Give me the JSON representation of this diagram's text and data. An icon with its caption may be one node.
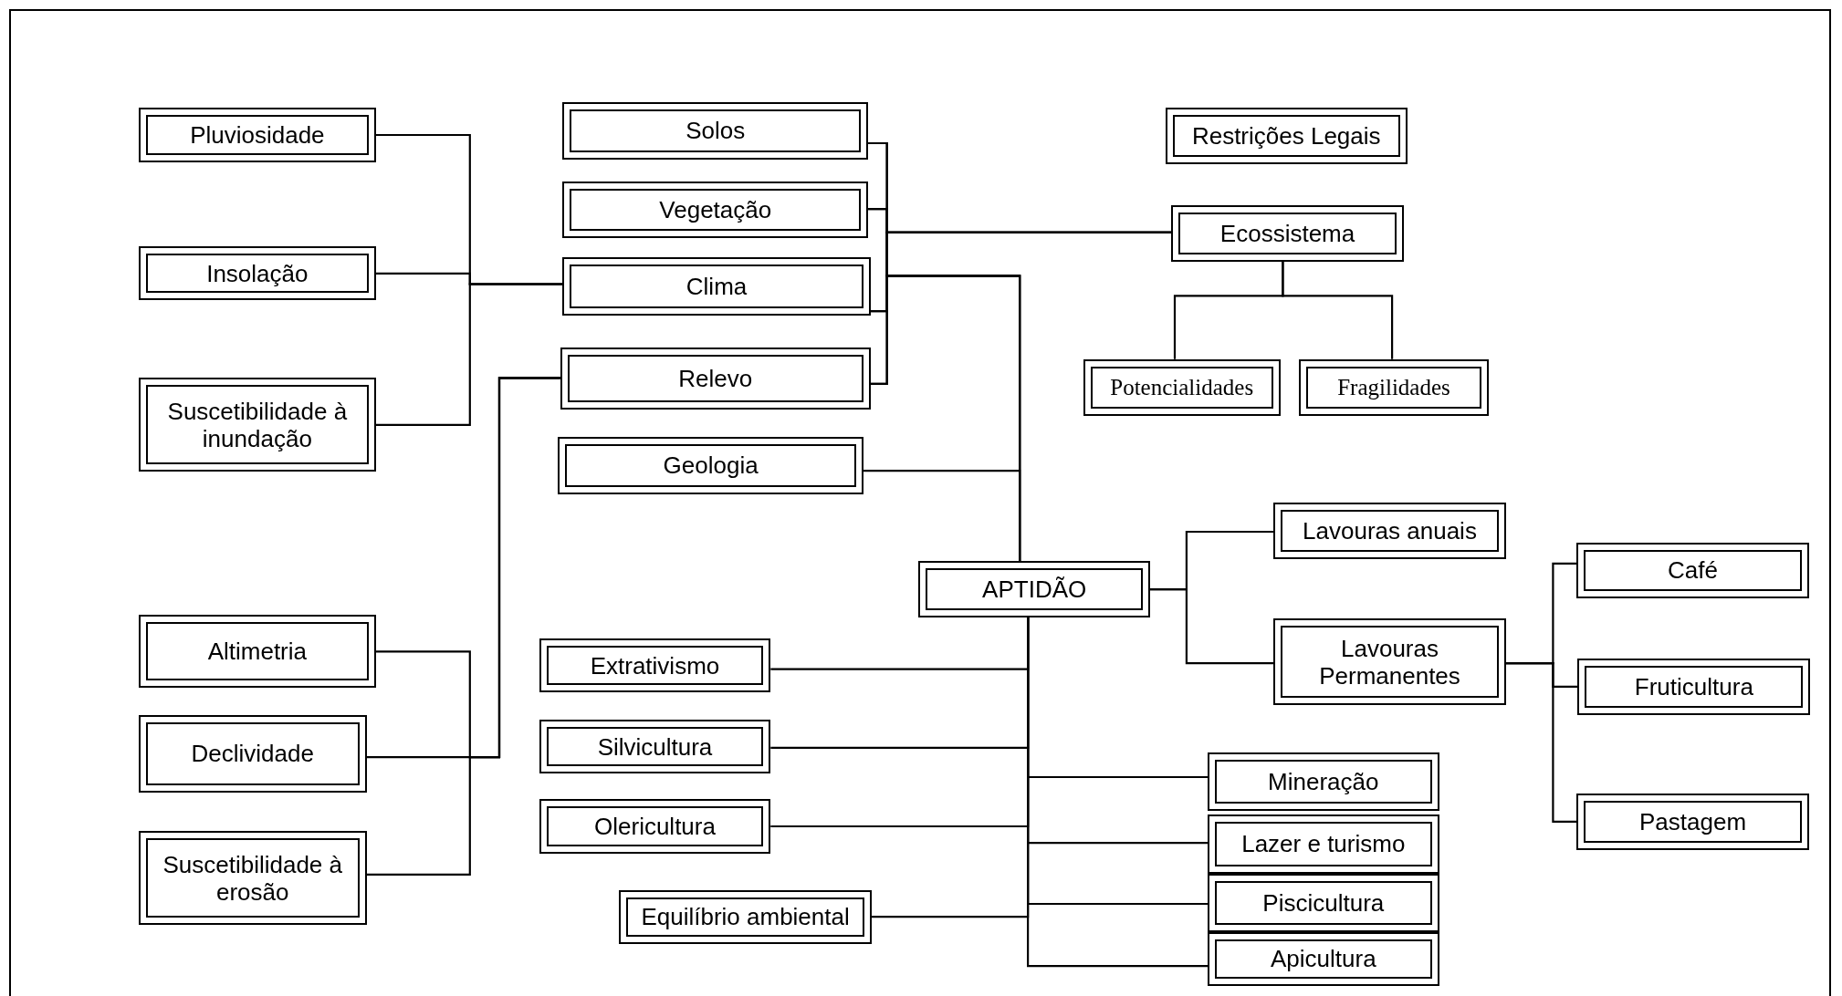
{
  "diagram": {
    "nodes": [
      {
        "text": [
          "Pluviosidade"
        ]
      },
      {
        "text": [
          "Insolação"
        ]
      },
      {
        "text": [
          "Suscetibilidade à inundação"
        ]
      },
      {
        "text": [
          "Solos"
        ]
      },
      {
        "text": [
          "Vegetação"
        ]
      },
      {
        "text": [
          "Clima"
        ]
      },
      {
        "text": [
          "Relevo"
        ]
      },
      {
        "text": [
          "Geologia"
        ]
      },
      {
        "text": [
          "Restrições Legais"
        ]
      },
      {
        "text": [
          "Ecossistema"
        ]
      },
      {
        "text": [
          "Potencialidades"
        ]
      },
      {
        "text": [
          "Fragilidades"
        ]
      },
      {
        "text": [
          "Altimetria"
        ]
      },
      {
        "text": [
          "Declividade"
        ]
      },
      {
        "text": [
          "Suscetibilidade à erosão"
        ]
      },
      {
        "text": [
          "APTIDÃO"
        ]
      },
      {
        "text": [
          "Lavouras anuais"
        ]
      },
      {
        "text": [
          "Lavouras Permanentes"
        ]
      },
      {
        "text": [
          "Café"
        ]
      },
      {
        "text": [
          "Fruticultura"
        ]
      },
      {
        "text": [
          "Pastagem"
        ]
      },
      {
        "text": [
          "Extrativismo"
        ]
      },
      {
        "text": [
          "Silvicultura"
        ]
      },
      {
        "text": [
          "Olericultura"
        ]
      },
      {
        "text": [
          "Equilíbrio ambiental"
        ]
      },
      {
        "text": [
          "Mineração"
        ]
      },
      {
        "text": [
          "Lazer e turismo"
        ]
      },
      {
        "text": [
          "Piscicultura"
        ]
      },
      {
        "text": [
          "Apicultura"
        ]
      }
    ],
    "edges": [
      {
        "from": 0,
        "to": 5,
        "arrow": "none"
      },
      {
        "from": 1,
        "to": 5,
        "arrow": "none"
      },
      {
        "from": 2,
        "to": 5,
        "arrow": "none"
      },
      {
        "from": 12,
        "to": 6,
        "arrow": "none"
      },
      {
        "from": 13,
        "to": 6,
        "arrow": "none"
      },
      {
        "from": 14,
        "to": 6,
        "arrow": "none"
      },
      {
        "from": 3,
        "to": 9,
        "arrow": "none"
      },
      {
        "from": 4,
        "to": 9,
        "arrow": "none"
      },
      {
        "from": 5,
        "to": 9,
        "arrow": "none"
      },
      {
        "from": 6,
        "to": 9,
        "arrow": "none"
      },
      {
        "from": 3,
        "to": 15,
        "arrow": "none"
      },
      {
        "from": 4,
        "to": 15,
        "arrow": "none"
      },
      {
        "from": 5,
        "to": 15,
        "arrow": "none"
      },
      {
        "from": 6,
        "to": 15,
        "arrow": "none"
      },
      {
        "from": 7,
        "to": 15,
        "arrow": "none"
      },
      {
        "from": 9,
        "to": 10,
        "arrow": "none"
      },
      {
        "from": 9,
        "to": 11,
        "arrow": "none"
      },
      {
        "from": 15,
        "to": 16,
        "arrow": "none"
      },
      {
        "from": 15,
        "to": 17,
        "arrow": "none"
      },
      {
        "from": 17,
        "to": 18,
        "arrow": "none"
      },
      {
        "from": 17,
        "to": 19,
        "arrow": "none"
      },
      {
        "from": 17,
        "to": 20,
        "arrow": "none"
      },
      {
        "from": 15,
        "to": 21,
        "arrow": "none"
      },
      {
        "from": 15,
        "to": 22,
        "arrow": "none"
      },
      {
        "from": 15,
        "to": 23,
        "arrow": "none"
      },
      {
        "from": 15,
        "to": 24,
        "arrow": "none"
      },
      {
        "from": 15,
        "to": 25,
        "arrow": "none"
      },
      {
        "from": 15,
        "to": 26,
        "arrow": "none"
      },
      {
        "from": 15,
        "to": 27,
        "arrow": "none"
      },
      {
        "from": 15,
        "to": 28,
        "arrow": "none"
      }
    ]
  }
}
